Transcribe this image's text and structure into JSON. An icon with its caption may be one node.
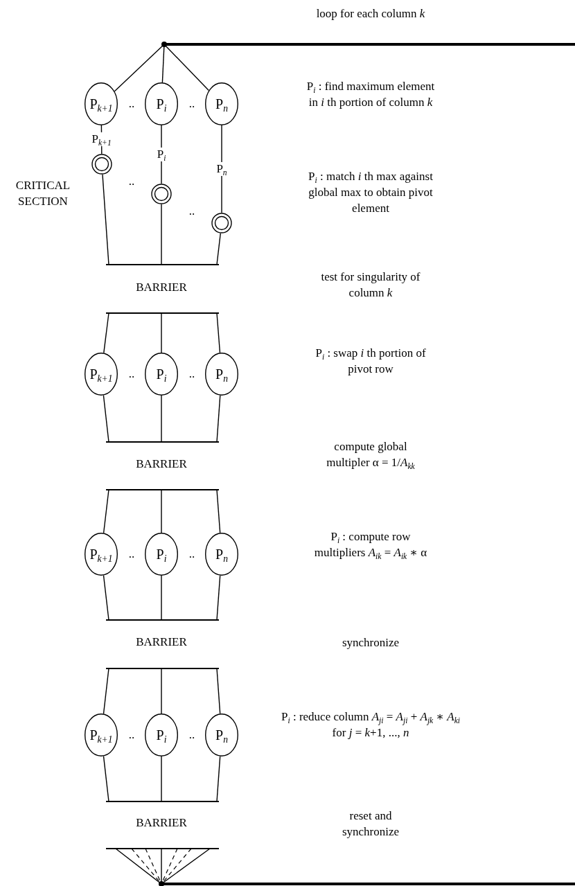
{
  "diagram": {
    "nodes": [
      {
        "text": [],
        "shape": "point"
      },
      {
        "text": [
          "P$_{k+1}$"
        ]
      },
      {
        "text": [
          "P$_{i}$"
        ]
      },
      {
        "text": [
          "P$_{n}$"
        ]
      },
      {
        "text": [],
        "shape": "circle"
      },
      {
        "text": [],
        "shape": "circle"
      },
      {
        "text": [],
        "shape": "circle"
      },
      {
        "text": [],
        "shape": "bar"
      },
      {
        "text": [],
        "shape": "bar"
      },
      {
        "text": [
          "P$_{k+1}$"
        ]
      },
      {
        "text": [
          "P$_{i}$"
        ]
      },
      {
        "text": [
          "P$_{n}$"
        ]
      },
      {
        "text": [],
        "shape": "bar"
      },
      {
        "text": [],
        "shape": "bar"
      },
      {
        "text": [
          "P$_{k+1}$"
        ]
      },
      {
        "text": [
          "P$_{i}$"
        ]
      },
      {
        "text": [
          "P$_{n}$"
        ]
      },
      {
        "text": [],
        "shape": "bar"
      },
      {
        "text": [],
        "shape": "bar"
      },
      {
        "text": [
          "P$_{k+1}$"
        ]
      },
      {
        "text": [
          "P$_{i}$"
        ]
      },
      {
        "text": [
          "P$_{n}$"
        ]
      },
      {
        "text": [],
        "shape": "bar"
      },
      {
        "text": [],
        "shape": "bar"
      },
      {
        "text": [],
        "shape": "point"
      }
    ],
    "edges": [
      {
        "from": 0,
        "to": null,
        "arrow": "none",
        "style": "thick"
      },
      {
        "from": 0,
        "to": 1,
        "arrow": "none"
      },
      {
        "from": 0,
        "to": 2,
        "arrow": "none"
      },
      {
        "from": 0,
        "to": 3,
        "arrow": "none"
      },
      {
        "from": 1,
        "to": 4,
        "arrow": "none",
        "label": "P$_{k+1}$"
      },
      {
        "from": 2,
        "to": 5,
        "arrow": "none",
        "label": "P$_{i}$"
      },
      {
        "from": 3,
        "to": 6,
        "arrow": "none",
        "label": "P$_{n}$"
      },
      {
        "from": 4,
        "to": 7,
        "arrow": "none"
      },
      {
        "from": 5,
        "to": 7,
        "arrow": "none"
      },
      {
        "from": 6,
        "to": 7,
        "arrow": "none"
      },
      {
        "from": 8,
        "to": 9,
        "arrow": "none"
      },
      {
        "from": 8,
        "to": 10,
        "arrow": "none"
      },
      {
        "from": 8,
        "to": 11,
        "arrow": "none"
      },
      {
        "from": 9,
        "to": 12,
        "arrow": "none"
      },
      {
        "from": 10,
        "to": 12,
        "arrow": "none"
      },
      {
        "from": 11,
        "to": 12,
        "arrow": "none"
      },
      {
        "from": 13,
        "to": 14,
        "arrow": "none"
      },
      {
        "from": 13,
        "to": 15,
        "arrow": "none"
      },
      {
        "from": 13,
        "to": 16,
        "arrow": "none"
      },
      {
        "from": 14,
        "to": 17,
        "arrow": "none"
      },
      {
        "from": 15,
        "to": 17,
        "arrow": "none"
      },
      {
        "from": 16,
        "to": 17,
        "arrow": "none"
      },
      {
        "from": 18,
        "to": 19,
        "arrow": "none"
      },
      {
        "from": 18,
        "to": 20,
        "arrow": "none"
      },
      {
        "from": 18,
        "to": 21,
        "arrow": "none"
      },
      {
        "from": 19,
        "to": 22,
        "arrow": "none"
      },
      {
        "from": 20,
        "to": 22,
        "arrow": "none"
      },
      {
        "from": 21,
        "to": 22,
        "arrow": "none"
      },
      {
        "from": 23,
        "to": 24,
        "arrow": "none"
      },
      {
        "from": 23,
        "to": 24,
        "arrow": "none",
        "style": "dashed"
      },
      {
        "from": 23,
        "to": 24,
        "arrow": "none",
        "style": "dashed"
      },
      {
        "from": 23,
        "to": 24,
        "arrow": "none"
      },
      {
        "from": 23,
        "to": 24,
        "arrow": "none",
        "style": "dashed"
      },
      {
        "from": 23,
        "to": 24,
        "arrow": "none",
        "style": "dashed"
      },
      {
        "from": 23,
        "to": 24,
        "arrow": "none"
      },
      {
        "from": 24,
        "to": null,
        "arrow": "none",
        "style": "thick"
      }
    ],
    "labels": [
      "loop for each column *k*",
      "..",
      "..",
      "P$_{i}$ : find maximum element in *i* th portion of column *k*",
      "CRITICAL SECTION",
      "..",
      "P$_{i}$ : match *i* th max against global max to obtain pivot element",
      "..",
      "BARRIER",
      "test for singularity of column *k*",
      "..",
      "..",
      "P$_{i}$ : swap *i* th portion of pivot row",
      "compute global multipler α = 1/*A*$_{kk}$",
      "BARRIER",
      "..",
      "..",
      "P$_{i}$ : compute row multipliers *A*$_{ik}$ = *A*$_{ik}$ ∗ α",
      "BARRIER",
      "synchronize",
      "..",
      "..",
      "P$_{i}$ : reduce column *A*$_{ji}$ = *A*$_{ji}$ + *A*$_{jk}$ ∗ *A*$_{ki}$ for *j* = *k*+1, ..., *n*",
      "BARRIER",
      "reset and synchronize"
    ]
  }
}
